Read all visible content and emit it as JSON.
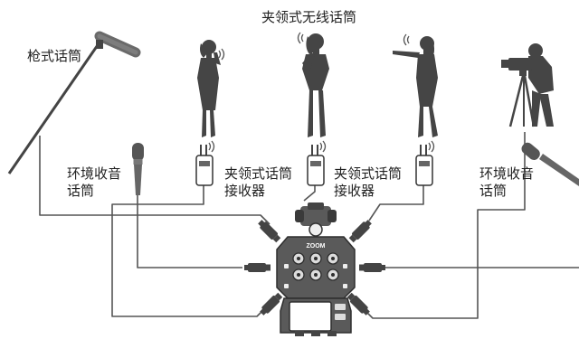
{
  "labels": {
    "shotgun_mic": "枪式话筒",
    "lav_wireless_mic": "夹领式无线话筒",
    "ambient_mic_left_line1": "环境收音",
    "ambient_mic_left_line2": "话筒",
    "lav_receiver_1_line1": "夹领式话筒",
    "lav_receiver_1_line2": "接收器",
    "lav_receiver_2_line1": "夹领式话筒",
    "lav_receiver_2_line2": "接收器",
    "ambient_mic_right_line1": "环境收音",
    "ambient_mic_right_line2": "话筒"
  },
  "recorder": {
    "brand": "ZOOM"
  },
  "colors": {
    "silhouette": "#454545",
    "cable": "#555555",
    "device": "#5a5a5a",
    "device_dark": "#2e2e2e"
  }
}
